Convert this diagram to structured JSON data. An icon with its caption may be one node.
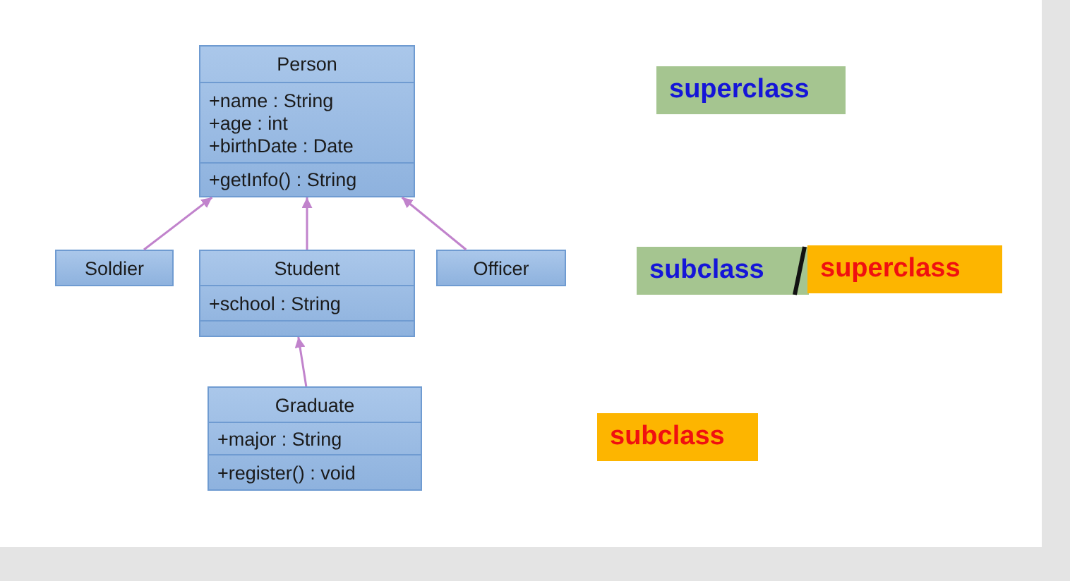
{
  "diagram": {
    "nodes": [
      {
        "text": [
          "Person",
          "+name : String",
          "+age : int",
          "+birthDate : Date",
          "+getInfo() : String"
        ]
      },
      {
        "text": [
          "Soldier"
        ]
      },
      {
        "text": [
          "Student",
          "+school : String"
        ]
      },
      {
        "text": [
          "Officer"
        ]
      },
      {
        "text": [
          "Graduate",
          "+major : String",
          "+register() : void"
        ]
      },
      {
        "text": [
          "superclass"
        ]
      },
      {
        "text": [
          "subclass"
        ]
      },
      {
        "text": [
          "superclass"
        ]
      },
      {
        "text": [
          "subclass"
        ]
      }
    ],
    "edges": [
      {
        "from": 1,
        "to": 0,
        "arrow": "to"
      },
      {
        "from": 2,
        "to": 0,
        "arrow": "to"
      },
      {
        "from": 3,
        "to": 0,
        "arrow": "to"
      },
      {
        "from": 4,
        "to": 2,
        "arrow": "to"
      }
    ]
  }
}
